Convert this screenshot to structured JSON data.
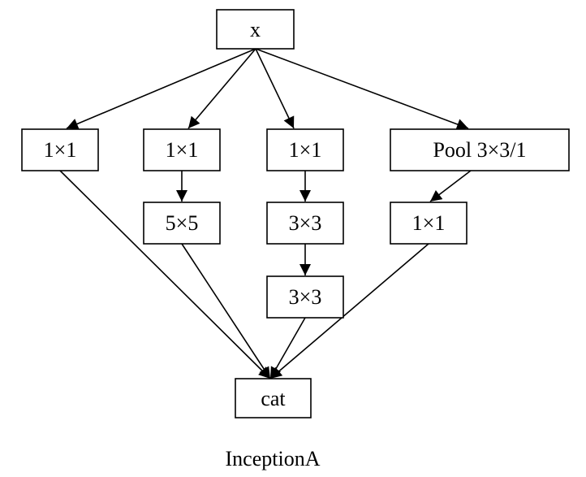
{
  "diagram": {
    "caption": "InceptionA",
    "nodes": [
      {
        "id": "x",
        "label": "x"
      },
      {
        "id": "b1_conv1",
        "label": "1×1"
      },
      {
        "id": "b2_conv1",
        "label": "1×1"
      },
      {
        "id": "b3_conv1",
        "label": "1×1"
      },
      {
        "id": "pool",
        "label": "Pool 3×3/1"
      },
      {
        "id": "b2_conv5",
        "label": "5×5"
      },
      {
        "id": "b3_conv3a",
        "label": "3×3"
      },
      {
        "id": "b4_conv1",
        "label": "1×1"
      },
      {
        "id": "b3_conv3b",
        "label": "3×3"
      },
      {
        "id": "cat",
        "label": "cat"
      }
    ],
    "edges": [
      {
        "from": "x",
        "to": "b1_conv1"
      },
      {
        "from": "x",
        "to": "b2_conv1"
      },
      {
        "from": "x",
        "to": "b3_conv1"
      },
      {
        "from": "x",
        "to": "pool"
      },
      {
        "from": "b2_conv1",
        "to": "b2_conv5"
      },
      {
        "from": "b3_conv1",
        "to": "b3_conv3a"
      },
      {
        "from": "b3_conv3a",
        "to": "b3_conv3b"
      },
      {
        "from": "pool",
        "to": "b4_conv1"
      },
      {
        "from": "b1_conv1",
        "to": "cat"
      },
      {
        "from": "b2_conv5",
        "to": "cat"
      },
      {
        "from": "b3_conv3b",
        "to": "cat"
      },
      {
        "from": "b4_conv1",
        "to": "cat"
      }
    ]
  }
}
